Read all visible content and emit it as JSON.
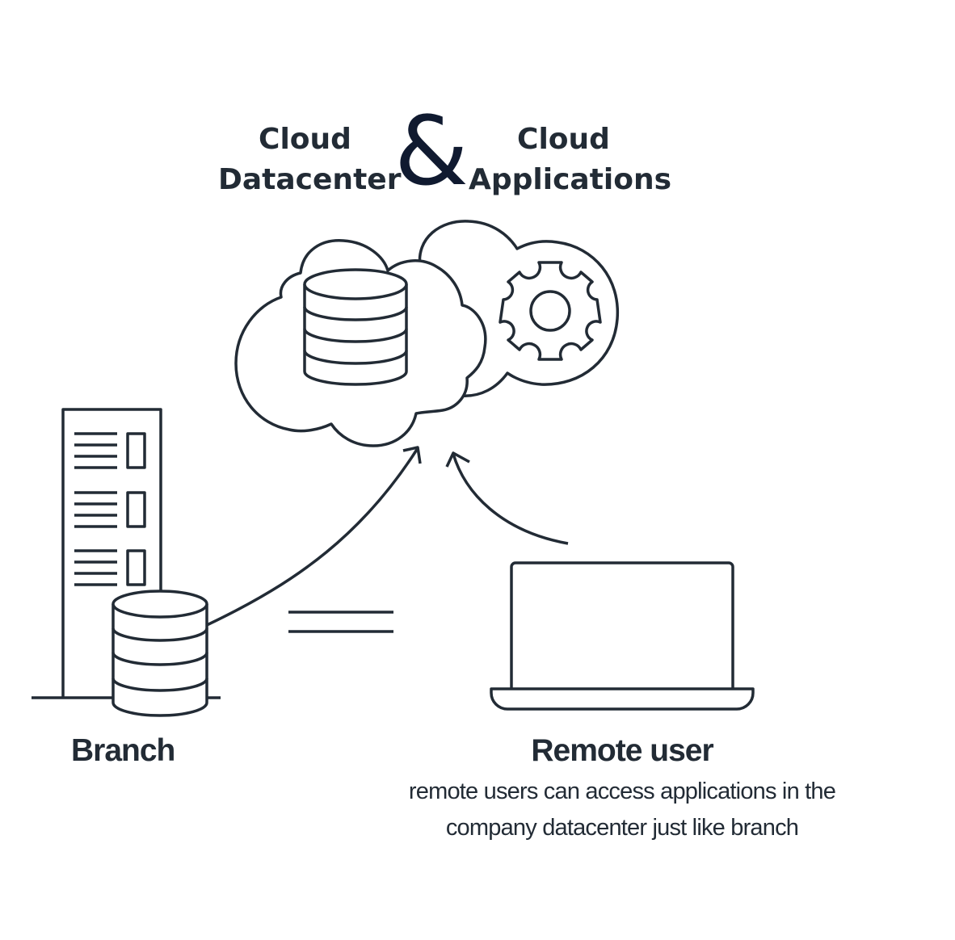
{
  "header": {
    "left_title_line1": "Cloud",
    "left_title_line2": "Datacenter",
    "ampersand": "&",
    "right_title_line1": "Cloud",
    "right_title_line2": "Applications"
  },
  "icons": {
    "cloud": "cloud-icon",
    "cloud_database": "database-icon",
    "cloud_gear": "gear-icon",
    "branch_building": "building-icon",
    "branch_database": "database-icon",
    "laptop": "laptop-icon",
    "equals": "equals-icon",
    "arrow_branch": "arrow-up-right-icon",
    "arrow_remote": "arrow-up-left-icon"
  },
  "branch": {
    "label": "Branch"
  },
  "remote_user": {
    "label": "Remote user",
    "description_line1": "remote users can access applications in the",
    "description_line2": "company datacenter just like branch"
  },
  "colors": {
    "ink": "#222b35",
    "ampersand": "#101a30",
    "background": "#ffffff"
  }
}
